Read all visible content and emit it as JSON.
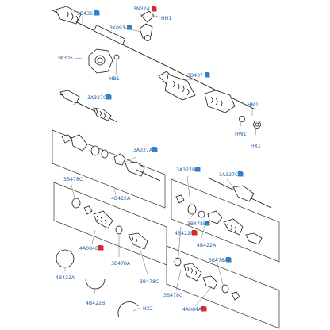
{
  "colors": {
    "label_blue": "#1f5fa8",
    "tag_blue": "#2f80c8",
    "tag_red": "#d12b2b",
    "line": "#1a1a1a"
  },
  "labels": {
    "l_3b436": "3B436",
    "l_3n324": "3N324",
    "l_hn1_top": "HN1",
    "l_3k093": "3K093",
    "l_3k305": "3K305",
    "l_hb1": "HB1",
    "l_3b437": "3B437",
    "l_hm1": "HM1",
    "l_hw1": "HW1",
    "l_hx1": "HX1",
    "l_3a327c_top": "3A327C",
    "l_3a327a": "3A327A",
    "l_3b478c_left": "3B478C",
    "l_4b422a_mid": "4B422A",
    "l_3a327b": "3A327B",
    "l_3a327c_right": "3A327C",
    "l_3b478b": "3B478B",
    "l_4b422b_right": "4B422B",
    "l_4b422a_right": "4B422A",
    "l_4a084b": "4A084B",
    "l_3b478a_left": "3B478A",
    "l_3b478a_right": "3B478A",
    "l_4b422a_low": "4B422A",
    "l_3b478c_low": "3B478C",
    "l_4b422b_low": "4B422B",
    "l_3b478c_bot": "3B478C",
    "l_hx2": "HX2",
    "l_4a084a": "4A084A"
  },
  "tags": [
    {
      "name": "tag-3b436",
      "color": "blue"
    },
    {
      "name": "tag-3n324",
      "color": "red"
    },
    {
      "name": "tag-3k093",
      "color": "blue"
    },
    {
      "name": "tag-3b437",
      "color": "blue"
    },
    {
      "name": "tag-3a327c-top",
      "color": "blue"
    },
    {
      "name": "tag-3a327a",
      "color": "blue"
    },
    {
      "name": "tag-3a327b",
      "color": "blue"
    },
    {
      "name": "tag-3a327c-right",
      "color": "blue"
    },
    {
      "name": "tag-3b478b",
      "color": "blue"
    },
    {
      "name": "tag-4b422b-right",
      "color": "red"
    },
    {
      "name": "tag-3b478a-right",
      "color": "blue"
    },
    {
      "name": "tag-4a084b",
      "color": "red"
    },
    {
      "name": "tag-4a084a",
      "color": "red"
    }
  ]
}
